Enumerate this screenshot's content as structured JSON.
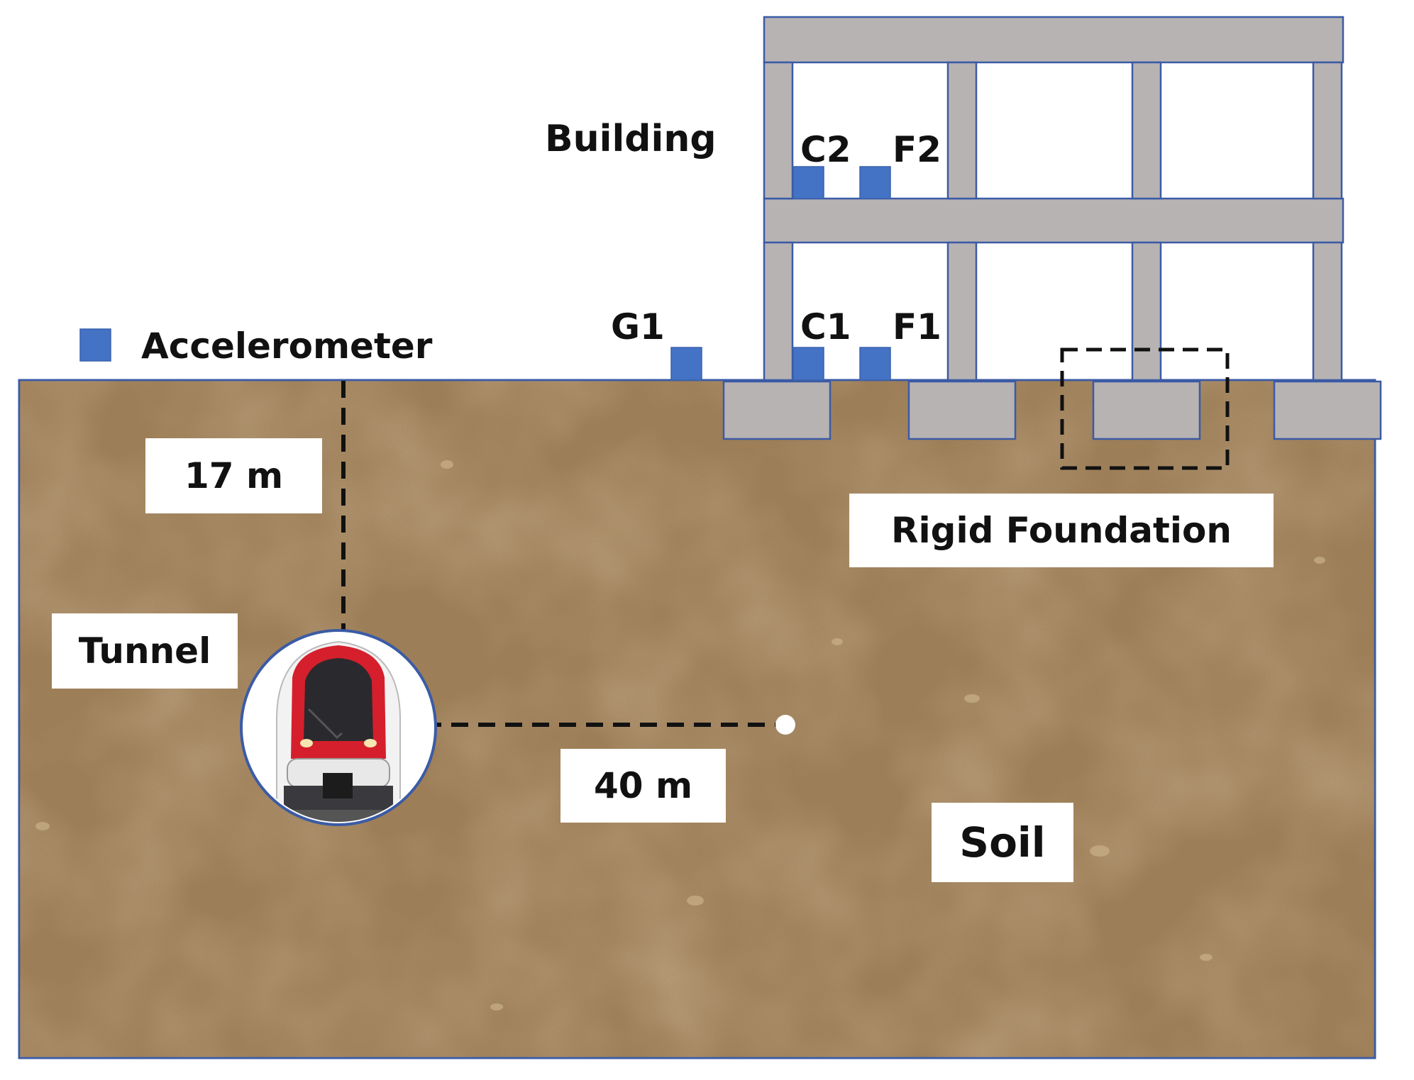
{
  "legend": {
    "marker_label": "Accelerometer",
    "marker_color": "#4472c4"
  },
  "labels": {
    "building": "Building",
    "tunnel": "Tunnel",
    "soil": "Soil",
    "rigid_foundation": "Rigid Foundation",
    "depth": "17 m",
    "distance": "40 m"
  },
  "sensors": [
    {
      "id": "G1",
      "label": "G1"
    },
    {
      "id": "C1",
      "label": "C1"
    },
    {
      "id": "F1",
      "label": "F1"
    },
    {
      "id": "C2",
      "label": "C2"
    },
    {
      "id": "F2",
      "label": "F2"
    }
  ],
  "colors": {
    "soil": "#a07f55",
    "frame": "#b7b3b3",
    "frame_outline": "#3b5ba5",
    "train_red": "#d61f2c"
  },
  "icons": {
    "train": "train-front-icon"
  }
}
